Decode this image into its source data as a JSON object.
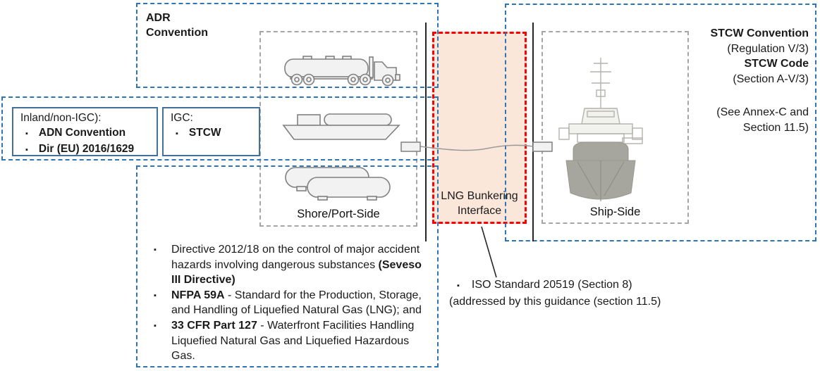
{
  "colors": {
    "blue_dash": "#2E75B6",
    "gray_dash": "#A6A6A6",
    "red_dash": "#FF0000",
    "interface_fill": "#FBE7DA",
    "inner_box_border": "#41719C",
    "jetty_line": "#262626",
    "icon_fill": "#F2F2F2",
    "icon_stroke": "#808080",
    "ship_gray": "#A6A69E"
  },
  "adr_box": {
    "label": "ADR Convention"
  },
  "inland_box": {
    "title": "Inland/non-IGC):",
    "items": [
      "ADN Convention",
      "Dir (EU) 2016/1629"
    ]
  },
  "igc_box": {
    "title": "IGC:",
    "items": [
      "STCW"
    ]
  },
  "shore": {
    "label": "Shore/Port-Side"
  },
  "ship": {
    "label": "Ship-Side"
  },
  "interface": {
    "label": "LNG Bunkering Interface"
  },
  "stcw_block": {
    "lines": [
      {
        "text": "STCW Convention",
        "bold": true
      },
      {
        "text": "(Regulation V/3)",
        "bold": false
      },
      {
        "text": "STCW Code",
        "bold": true
      },
      {
        "text": "(Section A-V/3)",
        "bold": false
      },
      {
        "text": "",
        "bold": false
      },
      {
        "text": "(See Annex-C and",
        "bold": false
      },
      {
        "text": "Section 11.5)",
        "bold": false
      }
    ]
  },
  "shore_regulations": [
    {
      "pre": "Directive 2012/18 on the control of major accident hazards involving dangerous substances ",
      "bold": "(Seveso III Directive)",
      "post": ""
    },
    {
      "pre": "",
      "bold": "NFPA 59A",
      "post": " - Standard for the Production, Storage, and Handling of Liquefied Natural Gas (LNG); and"
    },
    {
      "pre": "",
      "bold": "33 CFR Part 127",
      "post": " - Waterfront Facilities Handling Liquefied Natural Gas and Liquefied Hazardous Gas."
    }
  ],
  "iso_note": {
    "line1": "ISO Standard 20519 (Section 8)",
    "line2": "(addressed by this guidance (section 11.5)"
  }
}
